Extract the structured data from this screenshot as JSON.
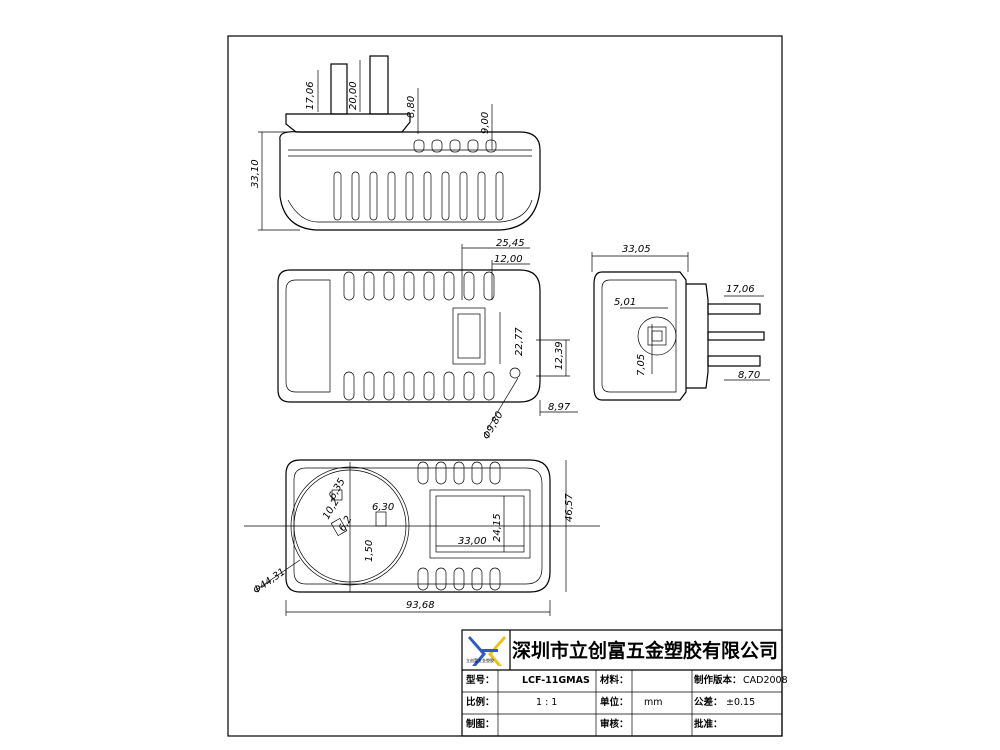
{
  "drawing": {
    "views": [
      "side-view",
      "top-view",
      "end-view",
      "bottom-view"
    ],
    "dimensions": {
      "side": [
        "17,06",
        "20,00",
        "8,80",
        "9,00",
        "33,10"
      ],
      "top": [
        "25,45",
        "12,00",
        "22,77",
        "12,39",
        "8,97",
        "Φ9,80"
      ],
      "end": [
        "33,05",
        "17,06",
        "5,01",
        "7,05",
        "8,70"
      ],
      "bottom": [
        "6,35",
        "6,30",
        "10,2",
        "6,2",
        "1,50",
        "24,15",
        "33,00",
        "46,57",
        "Φ44,31",
        "93,68"
      ]
    }
  },
  "title_block": {
    "company": "深圳市立创富五金塑胶有限公司",
    "logo_caption": "立创富五金塑胶",
    "colors": {
      "logo_blue": "#2a5cc7",
      "logo_yellow": "#e8c21a"
    },
    "rows": {
      "model_label": "型号：",
      "model_value": "LCF-11GMAS",
      "material_label": "材料：",
      "material_value": "",
      "version_label": "制作版本：",
      "version_value": "CAD2008",
      "scale_label": "比例：",
      "scale_value": "1 : 1",
      "unit_label": "单位：",
      "unit_value": "mm",
      "tolerance_label": "公差：",
      "tolerance_value": "±0.15",
      "drawn_label": "制图：",
      "drawn_value": "",
      "review_label": "审核：",
      "review_value": "",
      "approve_label": "批准：",
      "approve_value": ""
    }
  }
}
